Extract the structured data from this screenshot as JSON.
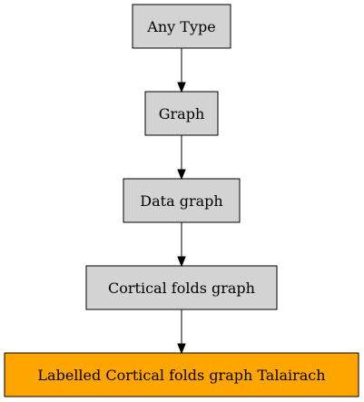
{
  "nodes": [
    {
      "id": "any-type",
      "label": "Any Type",
      "fill": "#d3d3d3",
      "border": "#000000"
    },
    {
      "id": "graph",
      "label": "Graph",
      "fill": "#d3d3d3",
      "border": "#000000"
    },
    {
      "id": "data-graph",
      "label": "Data graph",
      "fill": "#d3d3d3",
      "border": "#000000"
    },
    {
      "id": "cortical-folds-graph",
      "label": "Cortical folds graph",
      "fill": "#d3d3d3",
      "border": "#000000"
    },
    {
      "id": "labelled-cortical-folds-graph-talairach",
      "label": "Labelled Cortical folds graph Talairach",
      "fill": "#ffa500",
      "border": "#ffa500"
    }
  ],
  "edges": [
    {
      "from": "any-type",
      "to": "graph"
    },
    {
      "from": "graph",
      "to": "data-graph"
    },
    {
      "from": "data-graph",
      "to": "cortical-folds-graph"
    },
    {
      "from": "cortical-folds-graph",
      "to": "labelled-cortical-folds-graph-talairach"
    }
  ]
}
